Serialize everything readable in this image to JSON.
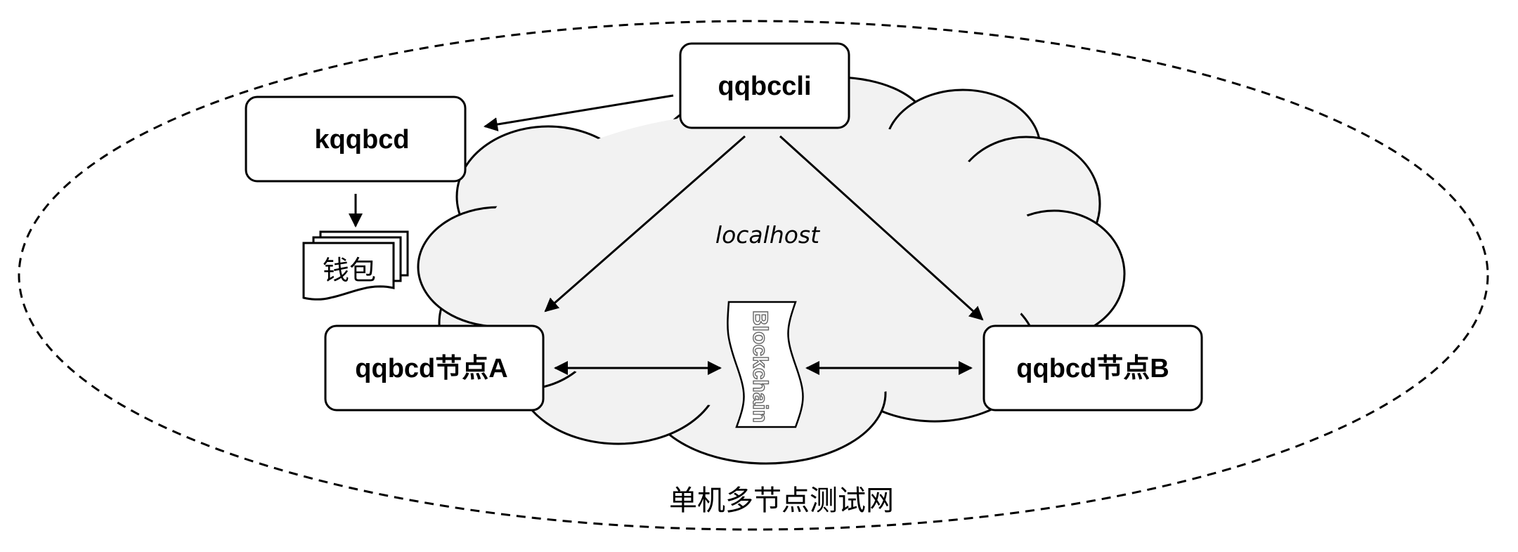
{
  "nodes": {
    "qqbccli": "qqbccli",
    "kqqbcd": "kqqbcd",
    "node_a": "qqbcd节点A",
    "node_b": "qqbcd节点B"
  },
  "wallet_label": "钱包",
  "cloud_label": "localhost",
  "blockchain_label": "Blockchain",
  "caption": "单机多节点测试网",
  "colors": {
    "cloud_fill": "#f2f2f2",
    "stroke": "#000000",
    "background": "#ffffff"
  }
}
